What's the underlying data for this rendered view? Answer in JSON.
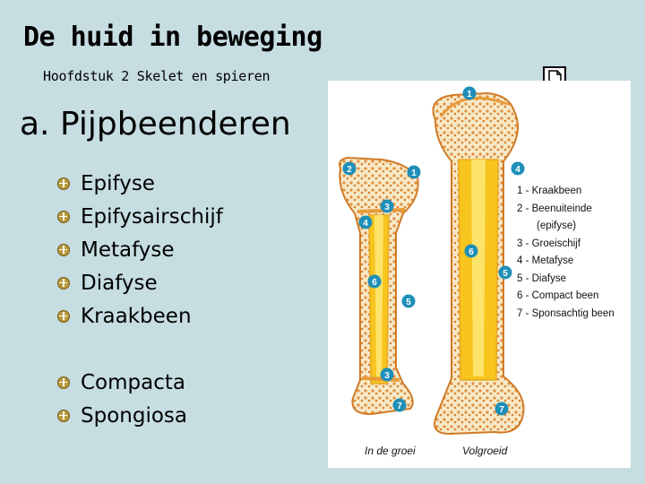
{
  "header": {
    "title": "De huid in beweging",
    "subtitle": "Hoofdstuk 2 Skelet en spieren"
  },
  "section": {
    "heading": "a. Pijpbeenderen"
  },
  "list_one": [
    "Epifyse",
    "Epifysairschijf",
    "Metafyse",
    "Diafyse",
    "Kraakbeen"
  ],
  "list_two": [
    "Compacta",
    "Spongiosa"
  ],
  "figure": {
    "legend": [
      "1 - Kraakbeen",
      "2 - Beenuiteinde",
      "(epifyse)",
      "3 - Groeischijf",
      "4 - Metafyse",
      "5 - Diafyse",
      "6 - Compact been",
      "7 - Sponsachtig been"
    ],
    "caption_left": "In de groei",
    "caption_right": "Volgroeid",
    "markers": [
      "1",
      "2",
      "3",
      "4",
      "5",
      "6",
      "7"
    ]
  },
  "icons": {
    "page": "document-icon",
    "bullet": "crosshair-bullet-icon"
  },
  "colors": {
    "background": "#c6dde1",
    "bone_fill": "#f7c51e",
    "cartilage": "#e79a3a",
    "marker": "#1e8fb8"
  }
}
